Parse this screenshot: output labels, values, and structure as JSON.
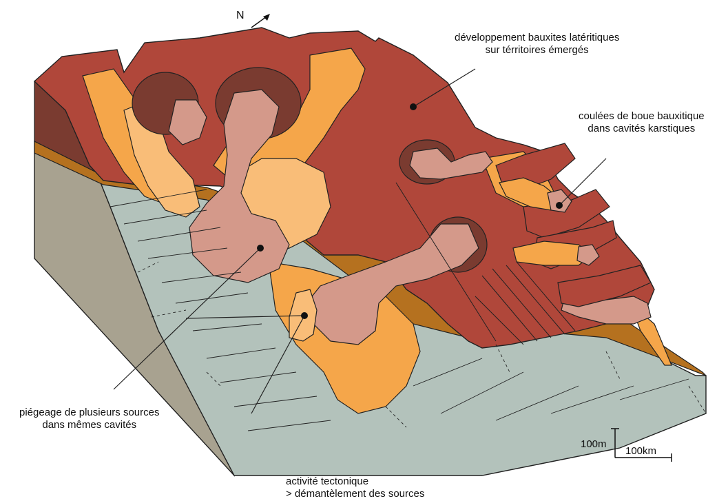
{
  "north_label": "N",
  "labels": {
    "lateritic_line1": "développement bauxites latéritiques",
    "lateritic_line2": "sur térritoires émergés",
    "mudflow_line1": "coulées de boue bauxitique",
    "mudflow_line2": "dans cavités karstiques",
    "trapping_line1": "piégeage de plusieurs sources",
    "trapping_line2": "dans mêmes cavités",
    "tectonic_line1": "activité tectonique",
    "tectonic_line2": "> démantèlement des sources"
  },
  "scale": {
    "vertical": "100m",
    "horizontal": "100km"
  },
  "colors": {
    "bauxite_red": "#b0473a",
    "bauxite_dark": "#7a3b30",
    "orange": "#f5a64a",
    "light_orange": "#f9bd78",
    "pink": "#d4998a",
    "brown_layer": "#b5711f",
    "limestone": "#b3c2bb",
    "side_face": "#a8a290"
  }
}
